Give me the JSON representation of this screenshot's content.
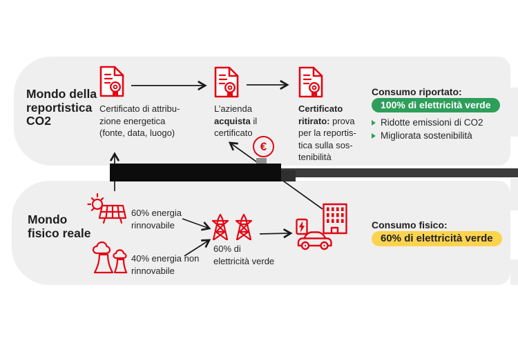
{
  "colors": {
    "accent_red": "#e30613",
    "green": "#2e9e5b",
    "yellow": "#fbd34f",
    "band_gray": "#efefef",
    "redaction_black": "#0c0c0c",
    "redaction_gray": "#3b3b3b",
    "arrow": "#1a1a1a"
  },
  "icons": {
    "euro_symbol": "€",
    "certificate": "certificate-with-seal",
    "solar": "sun-and-solar-panel",
    "plant": "cooling-towers-smoke",
    "pylons": "electricity-pylons",
    "consumption": "ev-charger-car-building"
  },
  "top_section": {
    "title_lines": [
      "Mondo della",
      "reportistica",
      "CO2"
    ],
    "cert1": {
      "line1": "Certificato di attribu-",
      "line2": "zione energetica",
      "line3": "(fonte, data, luogo)"
    },
    "cert2": {
      "line1": "L’azienda",
      "line2_bold": "acquista",
      "line2_rest": " il",
      "line3": "certificato"
    },
    "cert3": {
      "line1_bold": "Certificato",
      "line2_bold": "ritirato:",
      "line2_rest": " prova",
      "line3": "per la reportis-",
      "line4": "tica sulla sos-",
      "line5": "tenibilità"
    },
    "result": {
      "heading": "Consumo riportato:",
      "badge": "100% di elettricità verde",
      "bullets": [
        "Ridotte emissioni di CO2",
        "Migliorata sostenibilità"
      ]
    }
  },
  "bottom_section": {
    "title_lines": [
      "Mondo",
      "fisico reale"
    ],
    "renewable": {
      "line1": "60% energia",
      "line2": "rinnovabile"
    },
    "nonrenewable": {
      "line1": "40% energia non",
      "line2": "rinnovabile"
    },
    "grid": {
      "line1": "60% di",
      "line2": "elettricità verde"
    },
    "result": {
      "heading": "Consumo fisico:",
      "badge": "60% di elettricità verde"
    }
  }
}
